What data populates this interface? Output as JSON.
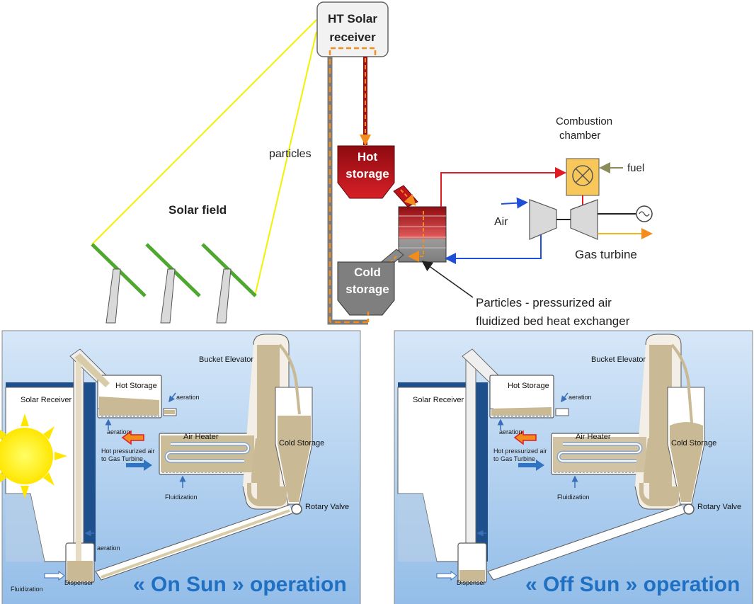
{
  "top": {
    "receiver_line1": "HT Solar",
    "receiver_line2": "receiver",
    "particles": "particles",
    "solar_field": "Solar field",
    "hot_storage_line1": "Hot",
    "hot_storage_line2": "storage",
    "cold_storage_line1": "Cold",
    "cold_storage_line2": "storage",
    "combustion_line1": "Combustion",
    "combustion_line2": "chamber",
    "fuel": "fuel",
    "air": "Air",
    "gas_turbine": "Gas turbine",
    "hx_line1": "Particles -  pressurized air",
    "hx_line2": "fluidized bed heat exchanger"
  },
  "panels": [
    {
      "bucket_elevator": "Bucket Elevator",
      "hot_storage": "Hot Storage",
      "solar_receiver": "Solar Receiver",
      "aeration": "aeration",
      "air_heater": "Air Heater",
      "hot_air_line1": "Hot pressurized air",
      "hot_air_line2": "to Gas Turbine",
      "fluidization": "Fluidization",
      "cold_storage": "Cold Storage",
      "rotary_valve": "Rotary Valve",
      "dispenser": "Dispenser",
      "operation": "« On Sun » operation"
    },
    {
      "bucket_elevator": "Bucket Elevator",
      "hot_storage": "Hot Storage",
      "solar_receiver": "Solar Receiver",
      "aeration": "aeration",
      "air_heater": "Air Heater",
      "hot_air_line1": "Hot pressurized air",
      "hot_air_line2": "to Gas Turbine",
      "fluidization": "Fluidization",
      "cold_storage": "Cold Storage",
      "rotary_valve": "Rotary Valve",
      "dispenser": "Dispenser",
      "operation": "« Off Sun » operation"
    }
  ],
  "colors": {
    "hot": "#c0141c",
    "cold": "#7f7f7f",
    "particle_path": "#f28c1c",
    "air_line": "#1f4fd6",
    "mirror": "#4ea72e",
    "ray": "#f2f200",
    "sand": "#c9b994",
    "panel_bg_top": "#cfe2f6",
    "panel_bg_bottom": "#9cc3ea",
    "operation_text": "#1f6fc2"
  }
}
